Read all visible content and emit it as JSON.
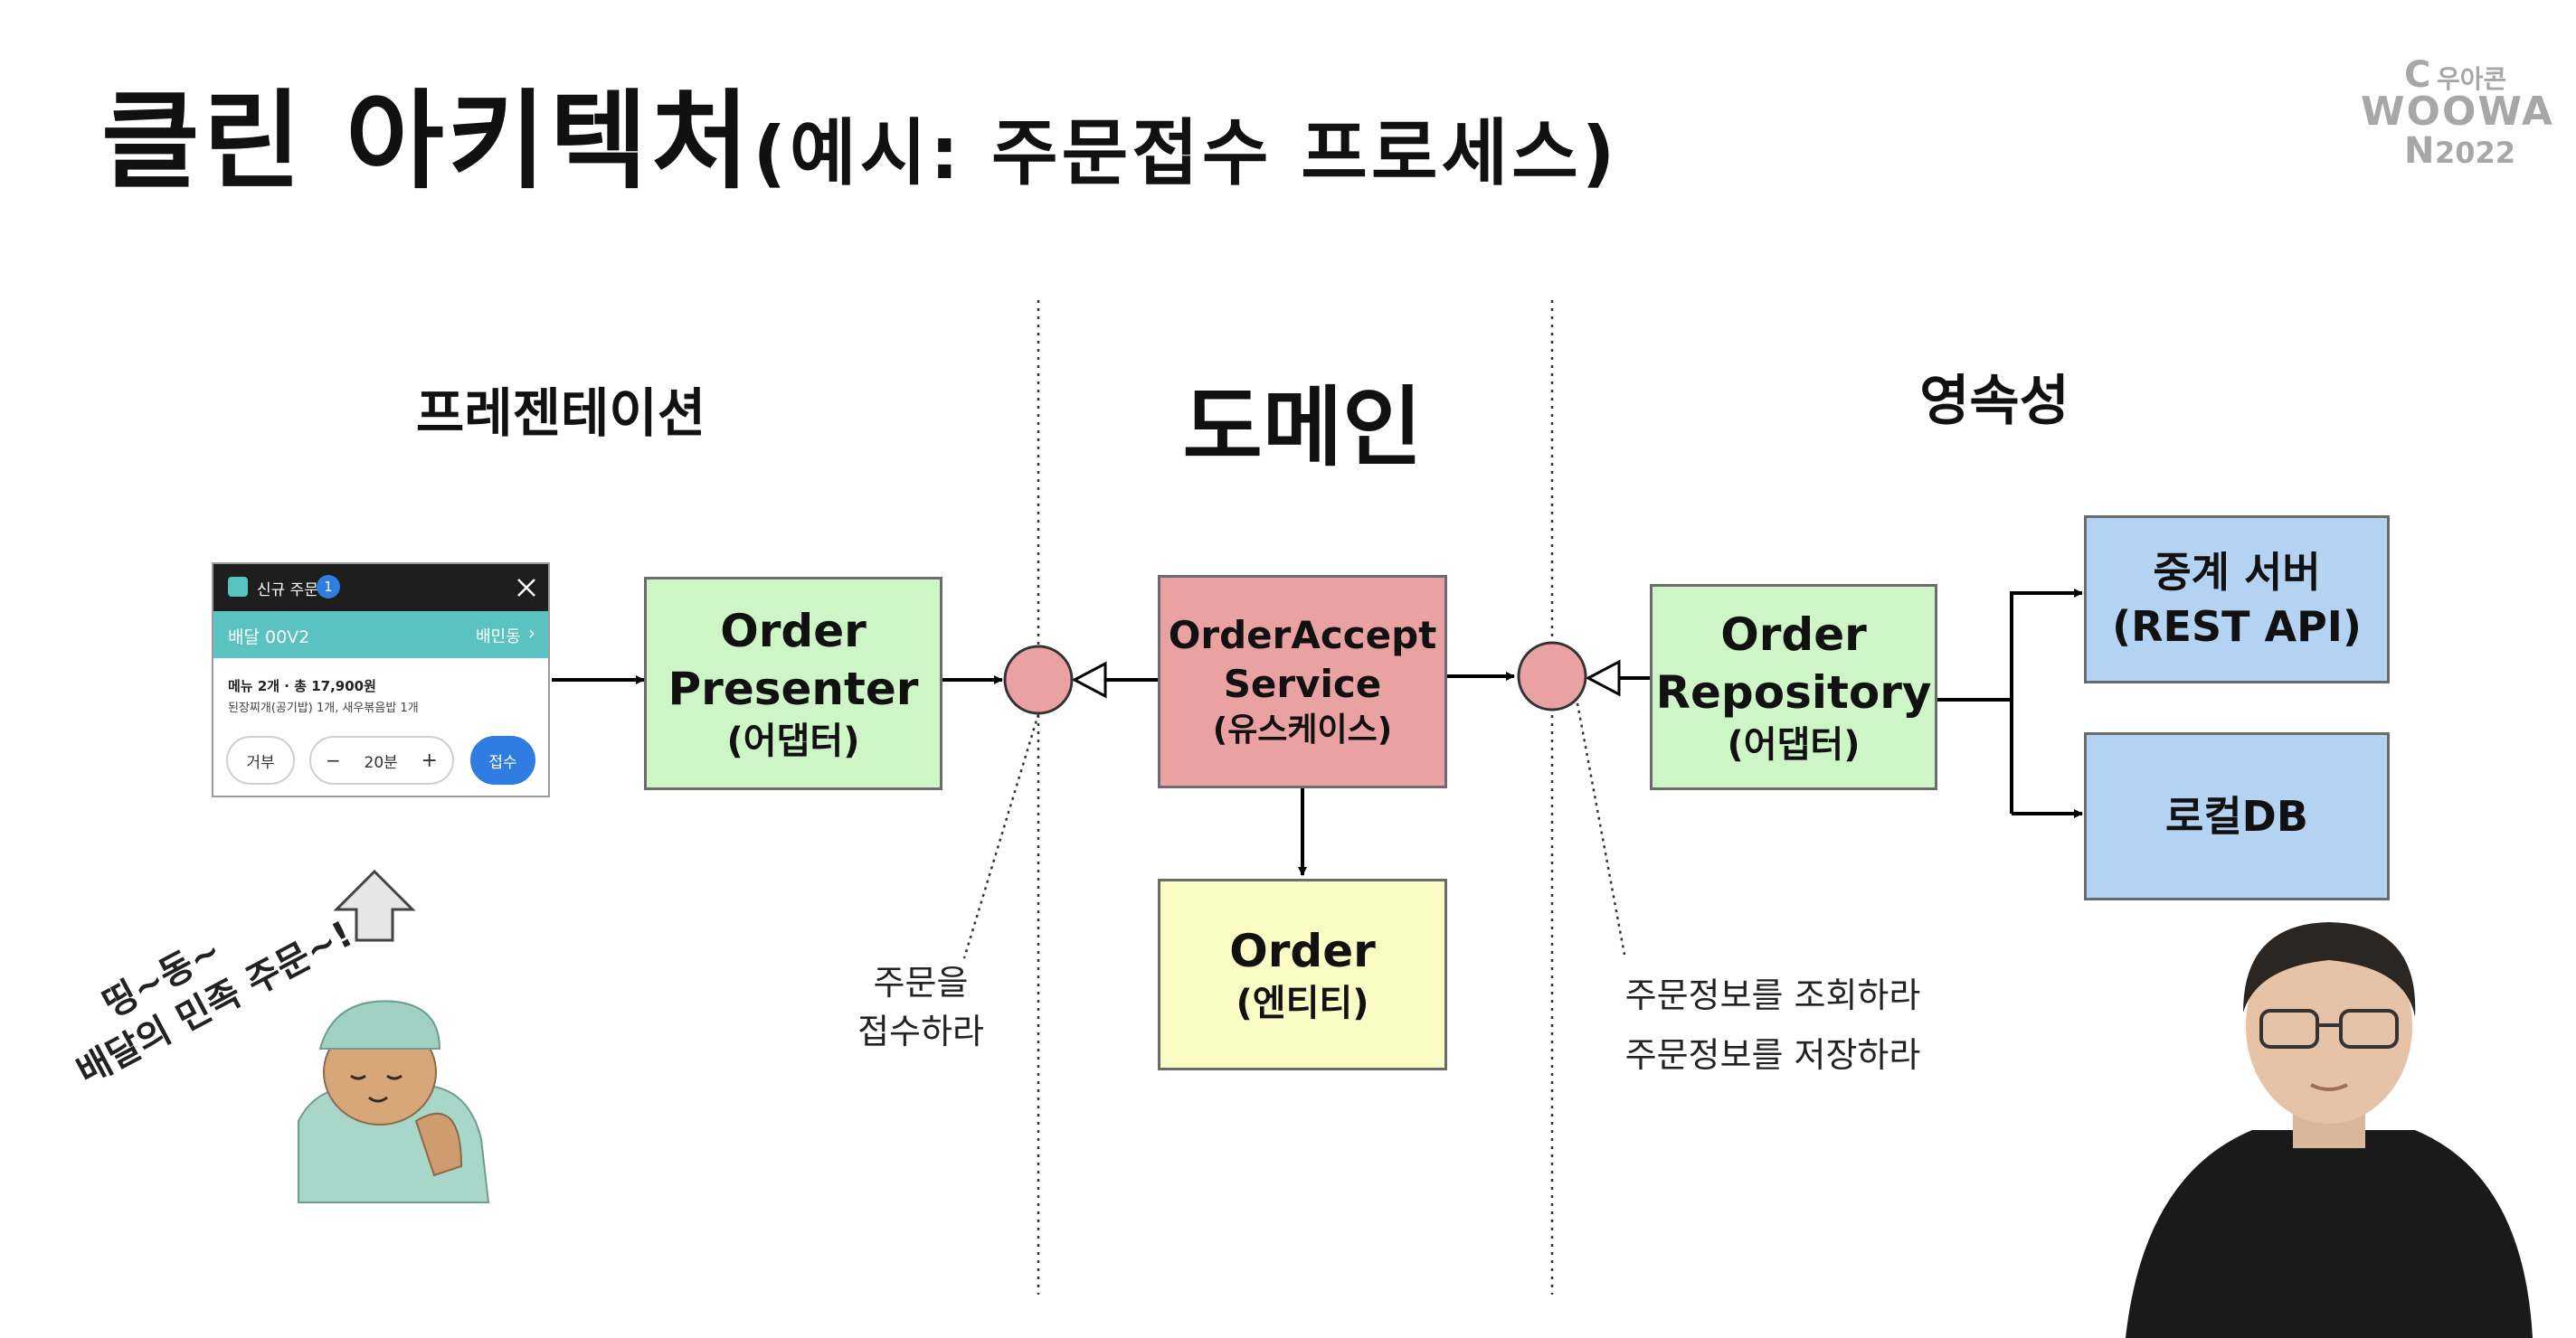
{
  "title": {
    "main": "클린 아키텍처",
    "sub": "(예시: 주문접수 프로세스)"
  },
  "logo": {
    "c": "C",
    "woo": "우아콘",
    "woowa": "WOOWA",
    "n": "N",
    "year": "2022"
  },
  "columns": {
    "presentation": "프레젠테이션",
    "domain": "도메인",
    "persistence": "영속성"
  },
  "boxes": {
    "order_presenter": {
      "line1": "Order",
      "line2": "Presenter",
      "line3": "(어댑터)"
    },
    "order_accept_service": {
      "line1": "OrderAccept",
      "line2": "Service",
      "line3": "(유스케이스)"
    },
    "order_entity": {
      "line1": "Order",
      "line2": "(엔티티)"
    },
    "order_repository": {
      "line1": "Order",
      "line2": "Repository",
      "line3": "(어댑터)"
    },
    "relay_server": {
      "line1": "중계 서버",
      "line2": "(REST API)"
    },
    "local_db": {
      "line1": "로컬DB"
    }
  },
  "notes": {
    "accept": [
      "주문을",
      "접수하라"
    ],
    "repo": [
      "주문정보를 조회하라",
      "주문정보를 저장하라"
    ]
  },
  "phone": {
    "header_title": "신규 주문",
    "badge": "1",
    "order_code": "배달 00V2",
    "region": "배민동",
    "summary": "메뉴 2개 · 총 17,900원",
    "items": "된장찌개(공기밥) 1개, 새우볶음밥 1개",
    "reject": "거부",
    "minus": "−",
    "time": "20분",
    "plus": "+",
    "accept": "접수"
  },
  "speech": {
    "line1": "띵~동~",
    "line2": "배달의 민족 주문~!"
  },
  "colors": {
    "adapter_green": "#cdf5c6",
    "usecase_red": "#eaa1a1",
    "entity_yellow": "#fbfbc4",
    "external_blue": "#b4d3f3",
    "port_circle": "#eaa1a1",
    "phone_teal": "#5bc2c2",
    "accept_button": "#2f7de1"
  }
}
